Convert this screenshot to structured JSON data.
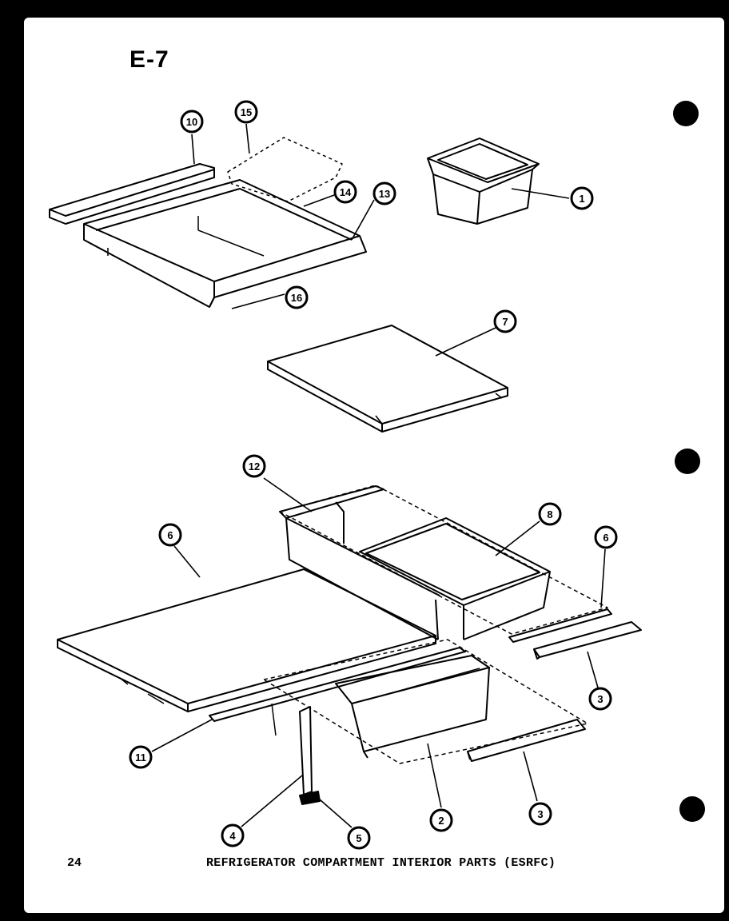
{
  "diagram": {
    "id_label": "E-7",
    "page_number": "24",
    "caption": "REFRIGERATOR COMPARTMENT INTERIOR PARTS (ESRFC)",
    "callouts": [
      {
        "key": "c10",
        "label": "10"
      },
      {
        "key": "c15",
        "label": "15"
      },
      {
        "key": "c14",
        "label": "14"
      },
      {
        "key": "c13",
        "label": "13"
      },
      {
        "key": "c16",
        "label": "16"
      },
      {
        "key": "c1",
        "label": "1"
      },
      {
        "key": "c7",
        "label": "7"
      },
      {
        "key": "c12",
        "label": "12"
      },
      {
        "key": "c8",
        "label": "8"
      },
      {
        "key": "c6a",
        "label": "6"
      },
      {
        "key": "c6b",
        "label": "6"
      },
      {
        "key": "c3a",
        "label": "3"
      },
      {
        "key": "c11",
        "label": "11"
      },
      {
        "key": "c2",
        "label": "2"
      },
      {
        "key": "c3b",
        "label": "3"
      },
      {
        "key": "c4",
        "label": "4"
      },
      {
        "key": "c5",
        "label": "5"
      }
    ]
  }
}
